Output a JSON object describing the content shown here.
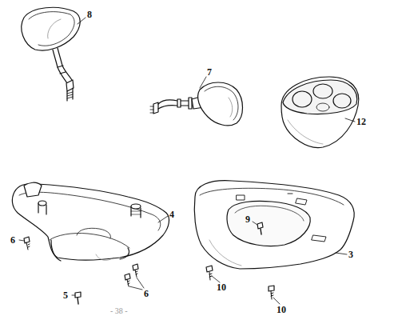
{
  "diagram": {
    "labels": [
      "8",
      "7",
      "12",
      "4",
      "6",
      "5",
      "6",
      "9",
      "3",
      "10",
      "10",
      "- 38 -"
    ]
  }
}
